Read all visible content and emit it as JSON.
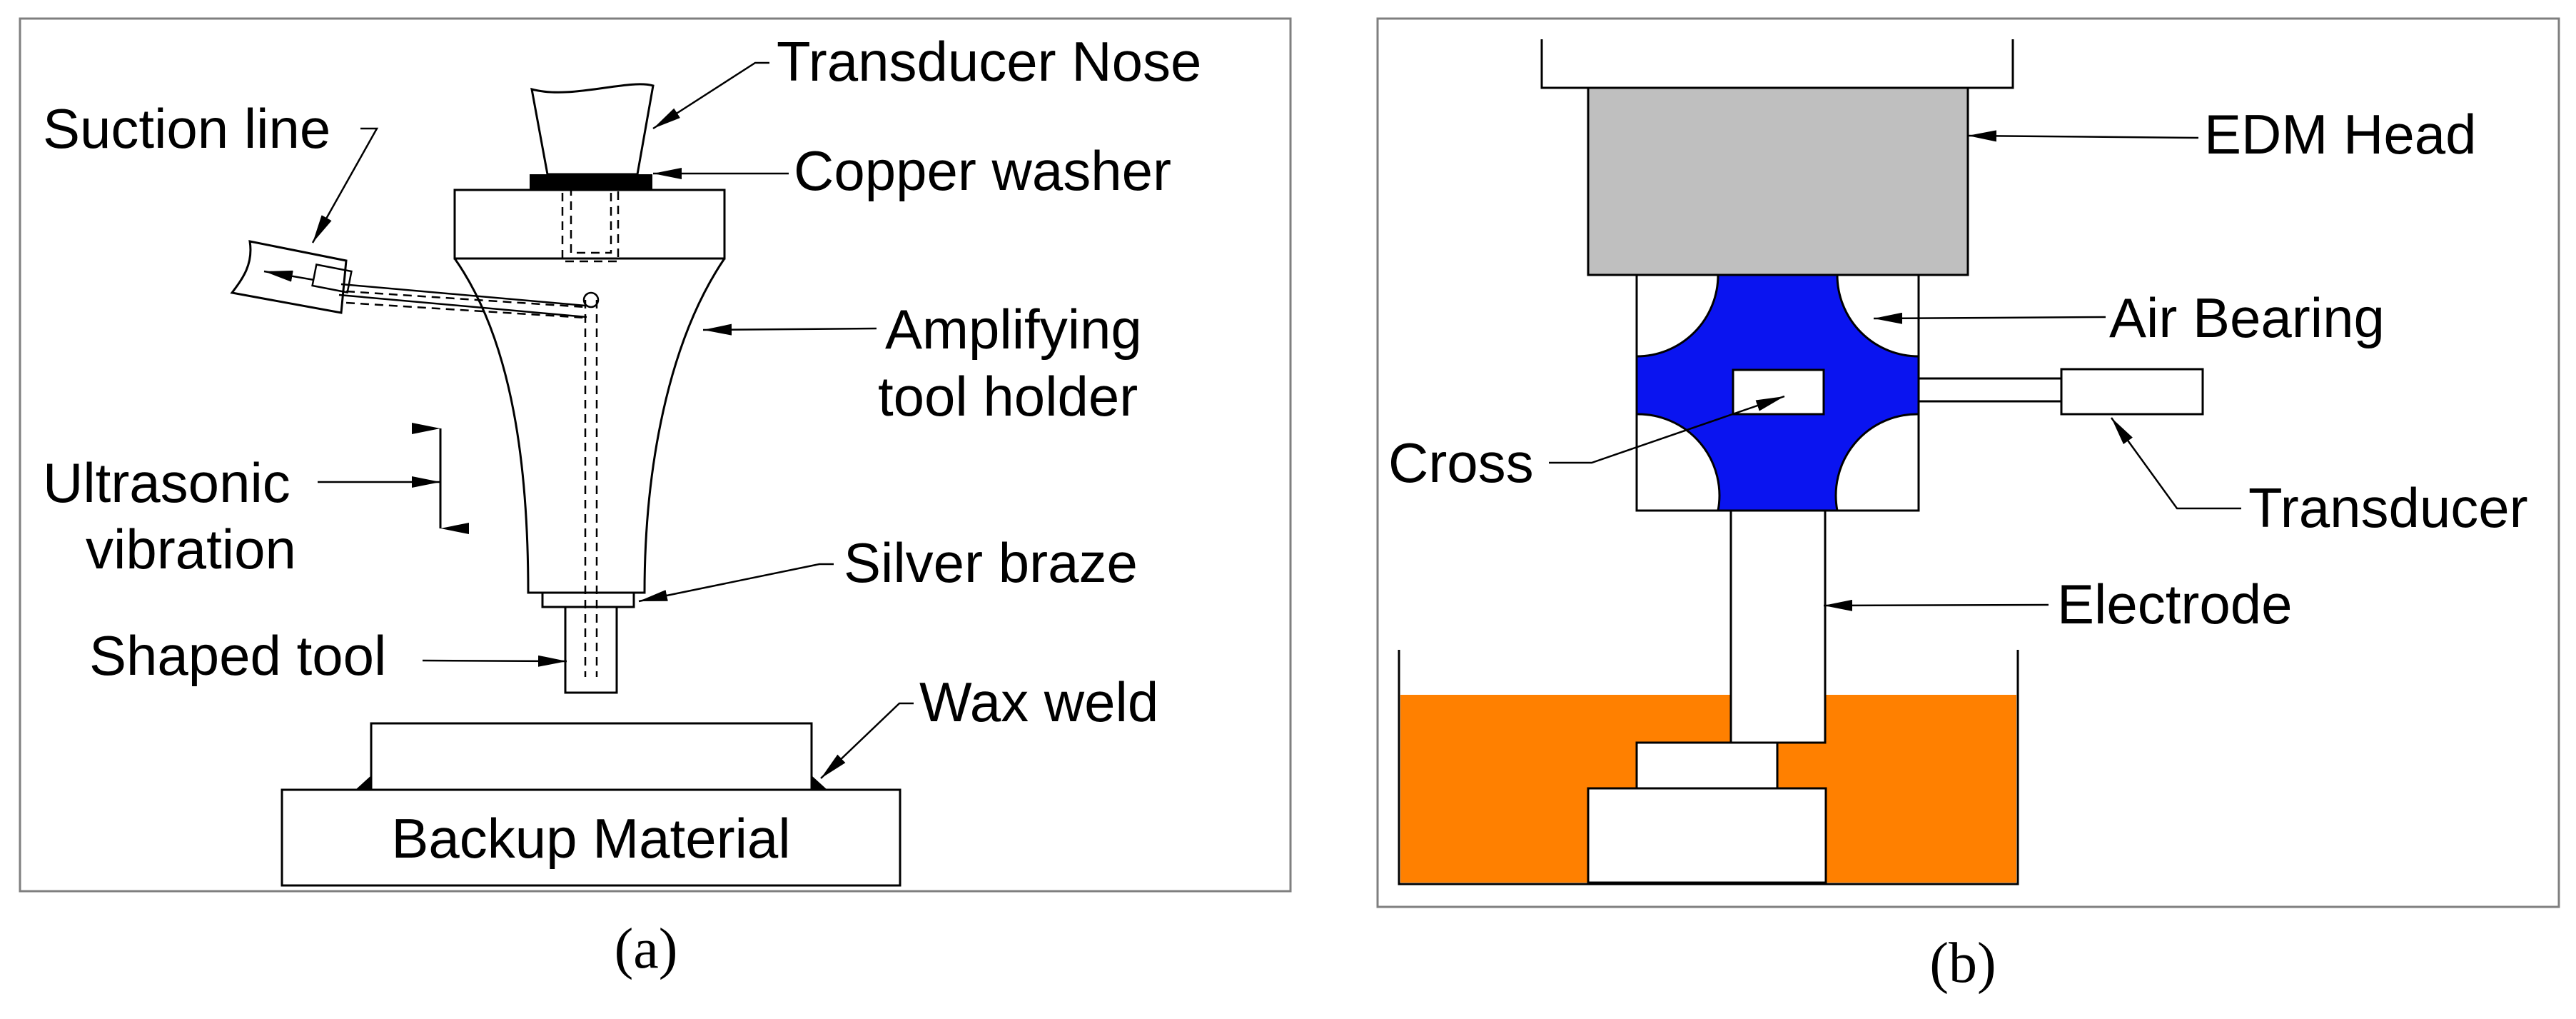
{
  "panel_a": {
    "caption": "(a)",
    "labels": {
      "transducer_nose": "Transducer Nose",
      "suction_line": "Suction line",
      "copper_washer": "Copper washer",
      "amplifying_1": "Amplifying",
      "amplifying_2": "tool holder",
      "ultrasonic_1": "Ultrasonic",
      "ultrasonic_2": "vibration",
      "silver_braze": "Silver braze",
      "shaped_tool": "Shaped tool",
      "wax_weld": "Wax weld",
      "backup_material": "Backup Material"
    }
  },
  "panel_b": {
    "caption": "(b)",
    "labels": {
      "edm_head": "EDM Head",
      "air_bearing": "Air Bearing",
      "cross": "Cross",
      "transducer": "Transducer",
      "electrode": "Electrode"
    },
    "colors": {
      "edm_head": "#bfbfbf",
      "cross": "#0a14f0",
      "dielectric": "#ff8000"
    }
  }
}
